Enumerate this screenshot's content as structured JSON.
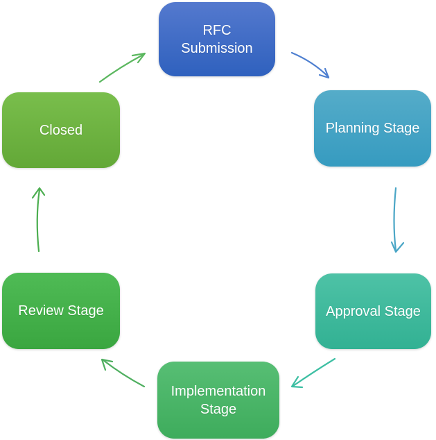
{
  "diagram": {
    "type": "cycle-flowchart",
    "nodes": [
      {
        "id": "rfc-submission",
        "label": "RFC Submission",
        "color_top": "#5479CE",
        "color_bottom": "#2F61BE"
      },
      {
        "id": "planning-stage",
        "label": "Planning Stage",
        "color_top": "#55ACC9",
        "color_bottom": "#369BC0"
      },
      {
        "id": "approval-stage",
        "label": "Approval Stage",
        "color_top": "#4EC2A6",
        "color_bottom": "#32B193"
      },
      {
        "id": "implementation-stage",
        "label": "Implementation Stage",
        "color_top": "#57BE74",
        "color_bottom": "#3EAC5C"
      },
      {
        "id": "review-stage",
        "label": "Review Stage",
        "color_top": "#4FBB55",
        "color_bottom": "#3AA640"
      },
      {
        "id": "closed",
        "label": "Closed",
        "color_top": "#79BE4C",
        "color_bottom": "#63A837"
      }
    ],
    "edges": [
      {
        "from": "rfc-submission",
        "to": "planning-stage",
        "color": "#4E7FD0"
      },
      {
        "from": "planning-stage",
        "to": "approval-stage",
        "color": "#4BA6C6"
      },
      {
        "from": "approval-stage",
        "to": "implementation-stage",
        "color": "#3DBFA3"
      },
      {
        "from": "implementation-stage",
        "to": "review-stage",
        "color": "#4FAF60"
      },
      {
        "from": "review-stage",
        "to": "closed",
        "color": "#4CAE50"
      },
      {
        "from": "closed",
        "to": "rfc-submission",
        "color": "#5BB75F"
      }
    ]
  }
}
